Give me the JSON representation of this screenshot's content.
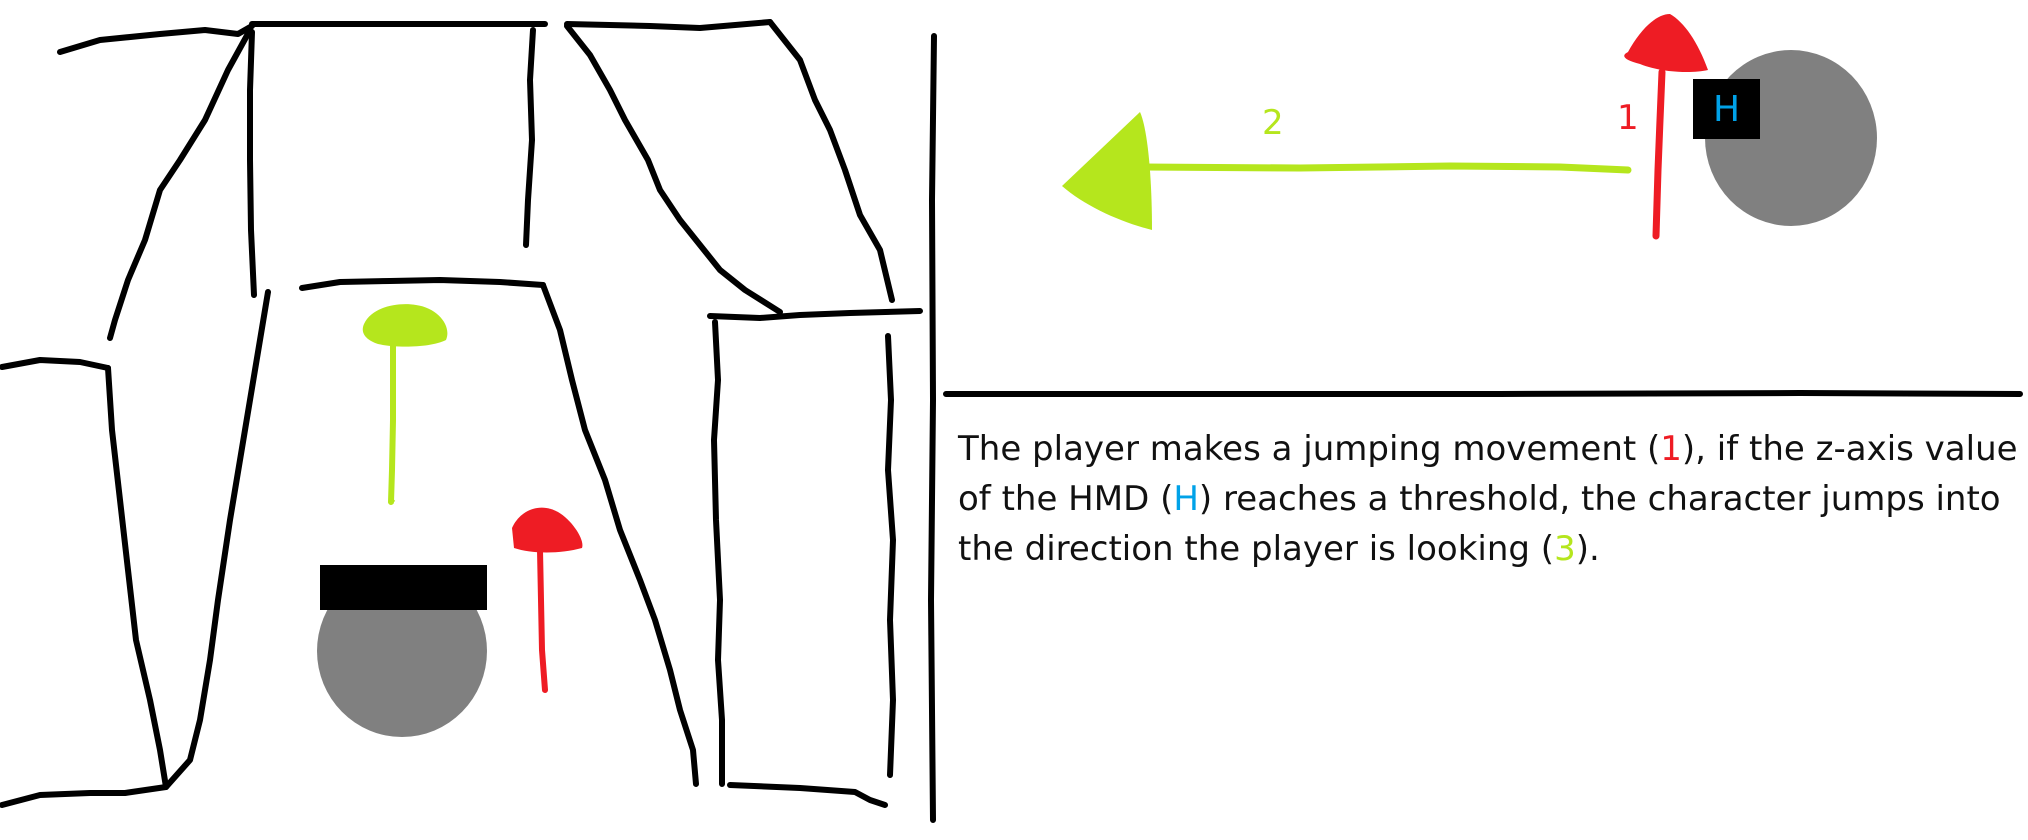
{
  "labels": {
    "arrow_up": "1",
    "arrow_forward": "2",
    "hmd": "H"
  },
  "caption": {
    "part1": "The player makes a jumping movement (",
    "ref1": "1",
    "part2": "), if the z-axis value of the HMD (",
    "ref_h": "H",
    "part3": ") reaches a threshold, the character jumps into the direction the player is looking (",
    "ref3": "3",
    "part4": ")."
  },
  "colors": {
    "red": "#ee1c24",
    "green": "#b5e61d",
    "blue": "#00a2e8",
    "gray": "#808080",
    "ink": "#000000"
  }
}
